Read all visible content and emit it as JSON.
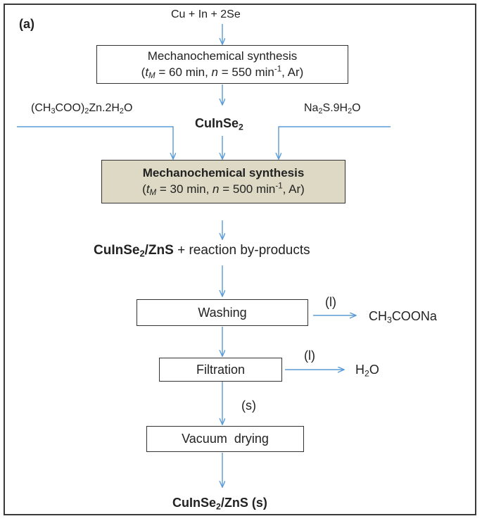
{
  "panel_label": "(a)",
  "colors": {
    "arrow": "#5b9bd5",
    "highlight_box": "#ddd9c4",
    "border": "#333333"
  },
  "reactants_top": "Cu + In + 2Se",
  "step1": {
    "title": "Mechanochemical synthesis",
    "t_symbol": "t",
    "t_sub": "M",
    "t_value": "= 60 min,",
    "n_symbol": "n",
    "n_value": "= 550 min",
    "n_exp": "-1",
    "atmosphere": ", Ar)"
  },
  "intermediate": {
    "formula": "CuInSe",
    "sub": "2"
  },
  "reagent_left": {
    "p1": "(CH",
    "s1": "3",
    "p2": "COO)",
    "s2": "2",
    "p3": "Zn.2H",
    "s3": "2",
    "p4": "O"
  },
  "reagent_right": {
    "p1": "Na",
    "s1": "2",
    "p2": "S.9H",
    "s2": "2",
    "p3": "O"
  },
  "step2": {
    "title": "Mechanochemical synthesis",
    "t_symbol": "t",
    "t_sub": "M",
    "t_value": "= 30 min,",
    "n_symbol": "n",
    "n_value": "= 500 min",
    "n_exp": "-1",
    "atmosphere": ", Ar)"
  },
  "product_mix": {
    "formula": "CuInSe",
    "sub": "2",
    "formula2": "/ZnS",
    "rest": " + reaction by-products"
  },
  "washing": {
    "label": "Washing",
    "phase": "(l)",
    "out_p1": "CH",
    "out_s1": "3",
    "out_p2": "COONa"
  },
  "filtration": {
    "label": "Filtration",
    "phase": "(l)",
    "out_p1": "H",
    "out_s1": "2",
    "out_p2": "O"
  },
  "solid_phase": "(s)",
  "drying": {
    "label": "Vacuum  drying"
  },
  "final_product": {
    "formula": "CuInSe",
    "sub": "2",
    "rest": "/ZnS (s)"
  }
}
